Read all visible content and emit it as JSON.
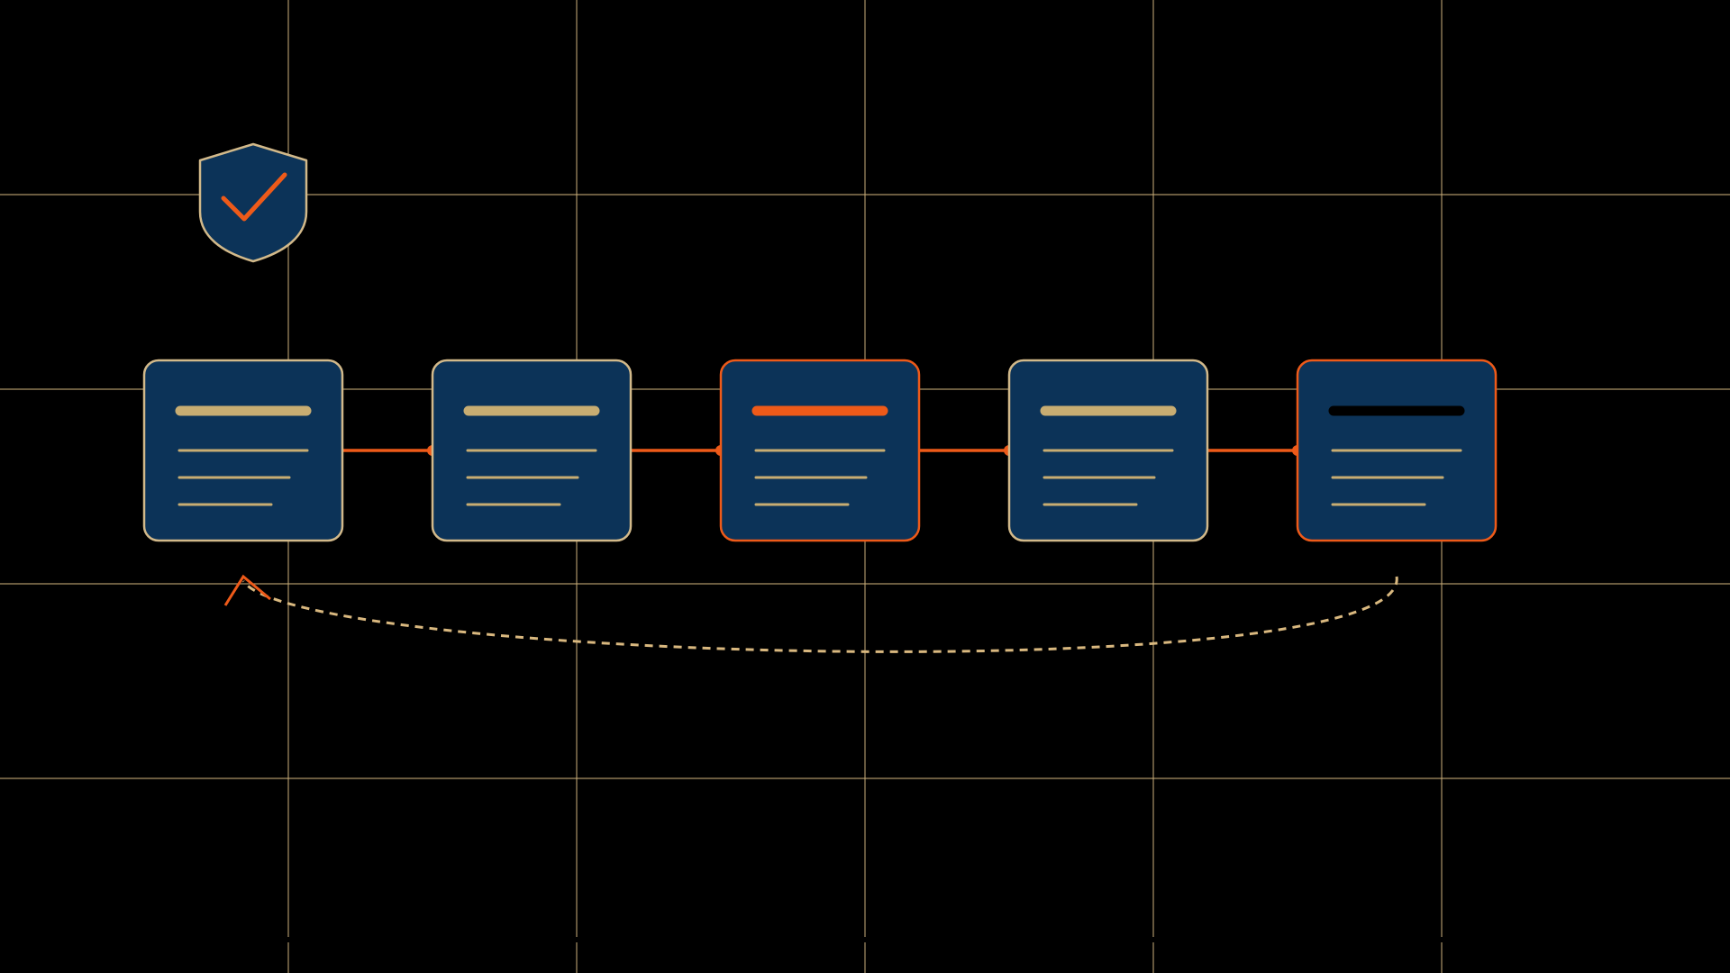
{
  "colors": {
    "background": "#000000",
    "grid": "#c9ad7a",
    "node_fill": "#0c3358",
    "node_border_default": "#d2b98a",
    "node_border_highlight": "#ee5a19",
    "accent": "#ee5a19",
    "gold": "#c8ad72",
    "dark_bar": "#000000",
    "loop_arrow": "#d9b87f"
  },
  "icons": {
    "badge": "shield-check-icon",
    "loop": "arrow-loop-back-icon"
  },
  "nodes": [
    {
      "id": "step-1",
      "state": "default",
      "header": "gold"
    },
    {
      "id": "step-2",
      "state": "default",
      "header": "gold"
    },
    {
      "id": "step-3",
      "state": "highlight",
      "header": "accent"
    },
    {
      "id": "step-4",
      "state": "default",
      "header": "gold"
    },
    {
      "id": "step-5",
      "state": "highlight",
      "header": "dark"
    }
  ],
  "connections": [
    {
      "from": "step-1",
      "to": "step-2"
    },
    {
      "from": "step-2",
      "to": "step-3"
    },
    {
      "from": "step-3",
      "to": "step-4"
    },
    {
      "from": "step-4",
      "to": "step-5"
    }
  ],
  "loop_back": {
    "from": "step-5",
    "to": "step-1",
    "style": "dashed"
  }
}
